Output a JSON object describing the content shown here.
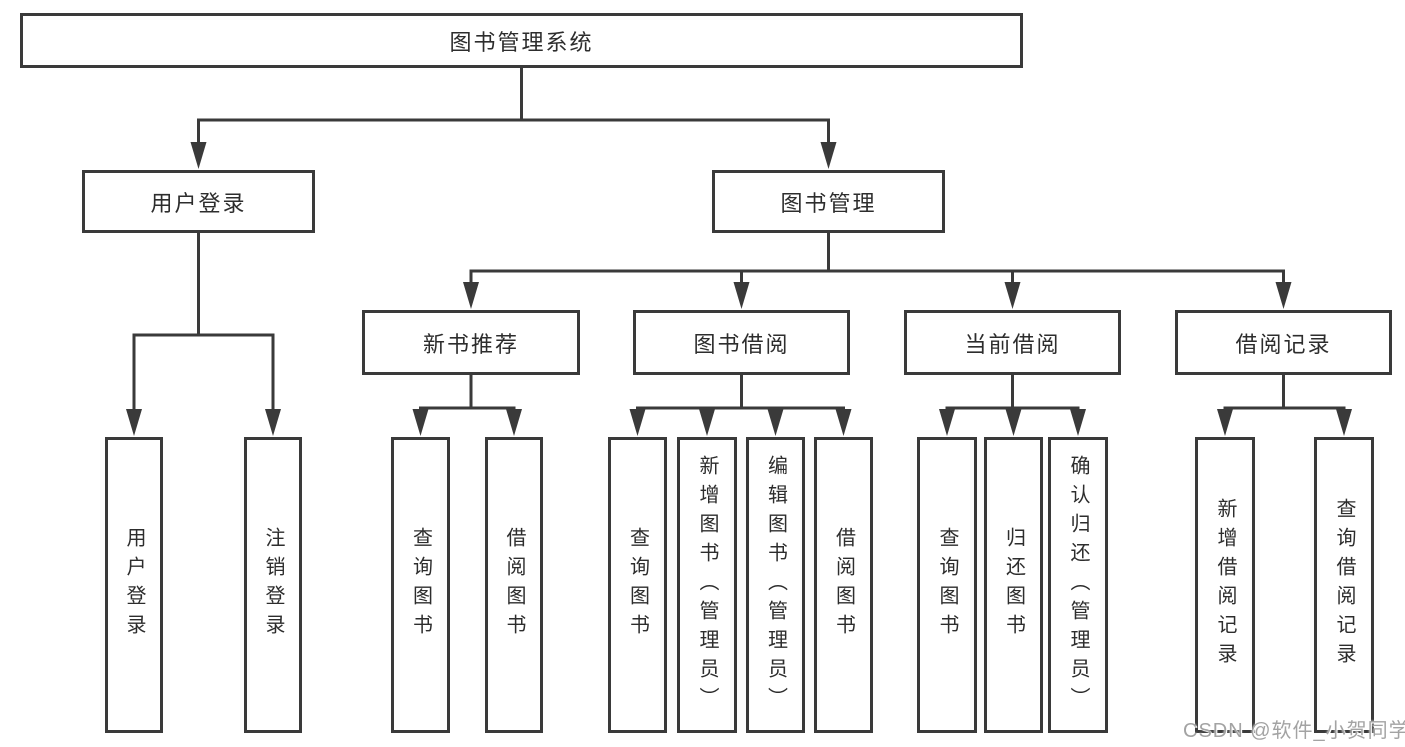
{
  "diagram": {
    "type": "tree",
    "root": {
      "label": "图书管理系统"
    },
    "branches": [
      {
        "label": "用户登录",
        "children": [
          {
            "label": "用户登录"
          },
          {
            "label": "注销登录"
          }
        ]
      },
      {
        "label": "图书管理",
        "children": [
          {
            "label": "新书推荐",
            "children": [
              {
                "label": "查询图书"
              },
              {
                "label": "借阅图书"
              }
            ]
          },
          {
            "label": "图书借阅",
            "children": [
              {
                "label": "查询图书"
              },
              {
                "label": "新增图书（管理员）"
              },
              {
                "label": "编辑图书（管理员）"
              },
              {
                "label": "借阅图书"
              }
            ]
          },
          {
            "label": "当前借阅",
            "children": [
              {
                "label": "查询图书"
              },
              {
                "label": "归还图书"
              },
              {
                "label": "确认归还（管理员）"
              }
            ]
          },
          {
            "label": "借阅记录",
            "children": [
              {
                "label": "新增借阅记录"
              },
              {
                "label": "查询借阅记录"
              }
            ]
          }
        ]
      }
    ]
  },
  "colors": {
    "line": "#3a3a3a",
    "box_border": "#3a3a3a",
    "text": "#2d2d2d",
    "background": "#ffffff",
    "watermark": "#a3a3a3"
  },
  "watermark": {
    "text": "CSDN @软件_小贺同学"
  }
}
